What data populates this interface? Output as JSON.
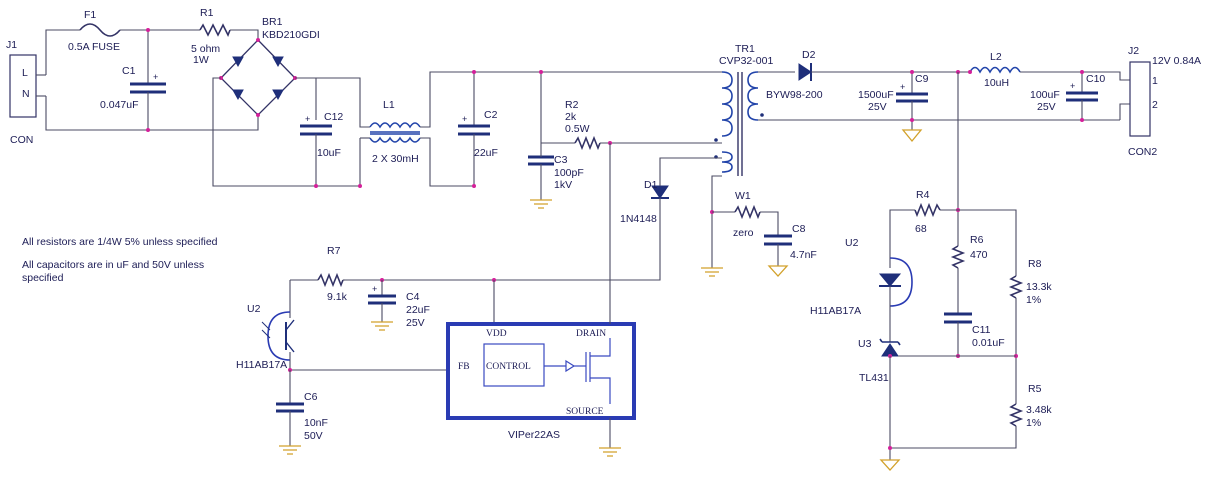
{
  "labels": {
    "j1": "J1",
    "j1_l": "L",
    "j1_n": "N",
    "j1_con": "CON",
    "f1": "F1",
    "f1_val": "0.5A FUSE",
    "r1": "R1",
    "r1_val1": "5 ohm",
    "r1_val2": "1W",
    "c1": "C1",
    "c1_val": "0.047uF",
    "br1": "BR1",
    "br1_val": "KBD210GDI",
    "c12": "C12",
    "c12_val": "10uF",
    "l1": "L1",
    "l1_val": "2 X 30mH",
    "c2": "C2",
    "c2_val": "22uF",
    "r2": "R2",
    "r2_val1": "2k",
    "r2_val2": "0.5W",
    "c3": "C3",
    "c3_val1": "100pF",
    "c3_val2": "1kV",
    "tr1": "TR1",
    "tr1_val": "CVP32-001",
    "d2": "D2",
    "d2_val": "BYW98-200",
    "c9": "C9",
    "c9_val1": "1500uF",
    "c9_val2": "25V",
    "l2": "L2",
    "l2_val": "10uH",
    "c10": "C10",
    "c10_val1": "100uF",
    "c10_val2": "25V",
    "j2": "J2",
    "j2_val": "12V 0.84A",
    "j2_p1": "1",
    "j2_p2": "2",
    "j2_con": "CON2",
    "d1": "D1",
    "d1_val": "1N4148",
    "w1": "W1",
    "w1_val": "zero",
    "c8": "C8",
    "c8_val": "4.7nF",
    "r4": "R4",
    "r4_val": "68",
    "r6": "R6",
    "r6_val": "470",
    "r8": "R8",
    "r8_val1": "13.3k",
    "r8_val2": "1%",
    "u2_right": "U2",
    "u2_right_val": "H11AB17A",
    "c11": "C11",
    "c11_val": "0.01uF",
    "u3": "U3",
    "u3_val": "TL431",
    "r5": "R5",
    "r5_val1": "3.48k",
    "r5_val2": "1%",
    "r7": "R7",
    "r7_val": "9.1k",
    "c4": "C4",
    "c4_val1": "22uF",
    "c4_val2": "25V",
    "u2_left": "U2",
    "u2_left_val": "H11AB17A",
    "c6": "C6",
    "c6_val1": "10nF",
    "c6_val2": "50V",
    "viper_vdd": "VDD",
    "viper_drain": "DRAIN",
    "viper_fb": "FB",
    "viper_control": "CONTROL",
    "viper_source": "SOURCE",
    "viper_name": "VIPer22AS"
  },
  "notes": {
    "line1": "All resistors are 1/4W 5% unless specified",
    "line2": "All capacitors are in uF and 50V unless",
    "line3": "specified"
  },
  "colors": {
    "wire": "#4b4b63",
    "junction": "#d4209a",
    "component": "#1f2f7a",
    "ground": "#d2a12a",
    "viper_block": "#2a3bb3"
  }
}
